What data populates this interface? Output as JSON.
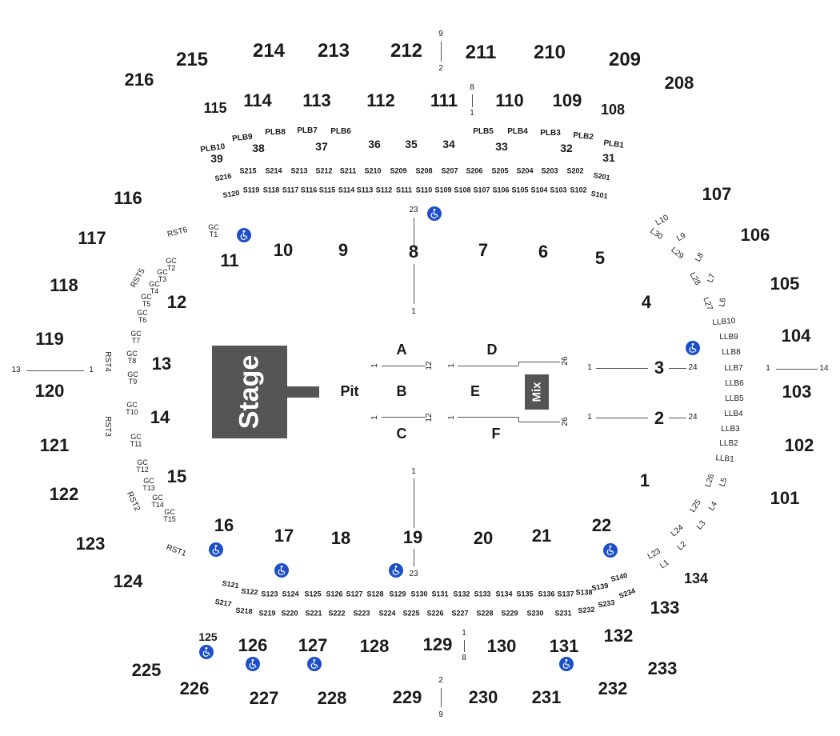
{
  "stage": {
    "label": "Stage"
  },
  "mix": {
    "label": "Mix"
  },
  "pit": {
    "label": "Pit"
  },
  "colors": {
    "markings": "#555555",
    "accessible": "#1d4fc9",
    "text": "#1a1a1a"
  },
  "sections": {
    "s215": "215",
    "s214": "214",
    "s213": "213",
    "s212": "212",
    "s211": "211",
    "s210": "210",
    "s209": "209",
    "s216": "216",
    "s208": "208",
    "s115": "115",
    "s114": "114",
    "s113": "113",
    "s112": "112",
    "s111": "111",
    "s110": "110",
    "s109": "109",
    "s108": "108",
    "plb10": "PLB10",
    "plb9": "PLB9",
    "plb8": "PLB8",
    "plb7": "PLB7",
    "plb6": "PLB6",
    "plb5": "PLB5",
    "plb4": "PLB4",
    "plb3": "PLB3",
    "plb2": "PLB2",
    "plb1": "PLB1",
    "n39": "39",
    "n38": "38",
    "n37": "37",
    "n36": "36",
    "n35": "35",
    "n34": "34",
    "n33": "33",
    "n32": "32",
    "n31": "31",
    "u216": "S216",
    "u215": "S215",
    "u214": "S214",
    "u213": "S213",
    "u212": "S212",
    "u211": "S211",
    "u210": "S210",
    "u209": "S209",
    "u208": "S208",
    "u207": "S207",
    "u206": "S206",
    "u205": "S205",
    "u204": "S204",
    "u203": "S203",
    "u202": "S202",
    "u201": "S201",
    "t120": "S120",
    "t119": "S119",
    "t118": "S118",
    "t117": "S117",
    "t116": "S116",
    "t115": "S115",
    "t114": "S114",
    "t113": "S113",
    "t112": "S112",
    "t111": "S111",
    "t110": "S110",
    "t109": "S109",
    "t108": "S108",
    "t107": "S107",
    "t106": "S106",
    "t105": "S105",
    "t104": "S104",
    "t103": "S103",
    "t102": "S102",
    "t101": "S101",
    "s116": "116",
    "s117": "117",
    "s118": "118",
    "s119": "119",
    "s120": "120",
    "s121": "121",
    "s122": "122",
    "s123": "123",
    "s124": "124",
    "s107": "107",
    "s106": "106",
    "s105": "105",
    "s104": "104",
    "s103": "103",
    "s102": "102",
    "s101": "101",
    "f1": "1",
    "f2": "2",
    "f3": "3",
    "f4": "4",
    "f5": "5",
    "f6": "6",
    "f7": "7",
    "f8": "8",
    "f9": "9",
    "f10": "10",
    "f11": "11",
    "f12": "12",
    "f13": "13",
    "f14": "14",
    "f15": "15",
    "f16": "16",
    "f17": "17",
    "f18": "18",
    "f19": "19",
    "f20": "20",
    "f21": "21",
    "f22": "22",
    "fa": "A",
    "fb": "B",
    "fc": "C",
    "fd": "D",
    "fe": "E",
    "ff": "F",
    "rst6": "RST6",
    "rst5": "RST5",
    "rst4": "RST4",
    "rst3": "RST3",
    "rst2": "RST2",
    "rst1": "RST1",
    "gct1": "GC\nT1",
    "gct2": "GC\nT2",
    "gct3": "GC\nT3",
    "gct4": "GC\nT4",
    "gct5": "GC\nT5",
    "gct6": "GC\nT6",
    "gct7": "GC\nT7",
    "gct8": "GC\nT8",
    "gct9": "GC\nT9",
    "gct10": "GC\nT10",
    "gct11": "GC\nT11",
    "gct12": "GC\nT12",
    "gct13": "GC\nT13",
    "gct14": "GC\nT14",
    "gct15": "GC\nT15",
    "l10": "L10",
    "l9": "L9",
    "l8": "L8",
    "l7": "L7",
    "l6": "L6",
    "l30": "L30",
    "l29": "L29",
    "l28": "L28",
    "l27": "L27",
    "llb10": "LLB10",
    "llb9": "LLB9",
    "llb8": "LLB8",
    "llb7": "LLB7",
    "llb6": "LLB6",
    "llb5": "LLB5",
    "llb4": "LLB4",
    "llb3": "LLB3",
    "llb2": "LLB2",
    "llb1": "LLB1",
    "l26": "L26",
    "l5": "L5",
    "l25": "L25",
    "l4": "L4",
    "l24": "L24",
    "l3": "L3",
    "l2": "L2",
    "l23": "L23",
    "l1": "L1",
    "s134": "134",
    "s133": "133",
    "s132": "132",
    "s233": "233",
    "s232": "232",
    "b121": "S121",
    "b122": "S122",
    "b123": "S123",
    "b124": "S124",
    "b125": "S125",
    "b126": "S126",
    "b127": "S127",
    "b128": "S128",
    "b129": "S129",
    "b130": "S130",
    "b131": "S131",
    "b132": "S132",
    "b133": "S133",
    "b134": "S134",
    "b135": "S135",
    "b136": "S136",
    "b137": "S137",
    "b138": "S138",
    "b139": "S139",
    "b140": "S140",
    "c217": "S217",
    "c218": "S218",
    "c219": "S219",
    "c220": "S220",
    "c221": "S221",
    "c222": "S222",
    "c223": "S223",
    "c224": "S224",
    "c225": "S225",
    "c226": "S226",
    "c227": "S227",
    "c228": "S228",
    "c229": "S229",
    "c230": "S230",
    "c231": "S231",
    "c232": "S232",
    "c233": "S233",
    "c234": "S234",
    "s125": "125",
    "s126": "126",
    "s127": "127",
    "s128": "128",
    "s129": "129",
    "s130": "130",
    "s131": "131",
    "s225": "225",
    "s226": "226",
    "s227": "227",
    "s228": "228",
    "s229": "229",
    "s230": "230",
    "s231": "231"
  },
  "row_markers": {
    "top9": "9",
    "top2": "2",
    "top8": "8",
    "top1": "1",
    "mid23": "23",
    "mid1": "1",
    "left13": "13",
    "left1": "1",
    "right1": "1",
    "right14": "14",
    "r3a": "1",
    "r3b": "24",
    "r2a": "1",
    "r2b": "24",
    "ab1": "1",
    "ab12": "12",
    "de1": "1",
    "de26": "26",
    "bc1": "1",
    "bc12": "12",
    "ef1": "1",
    "ef26": "26",
    "bot1": "1",
    "bot23": "23",
    "b1": "1",
    "b8": "8",
    "b2": "2",
    "b9": "9"
  }
}
